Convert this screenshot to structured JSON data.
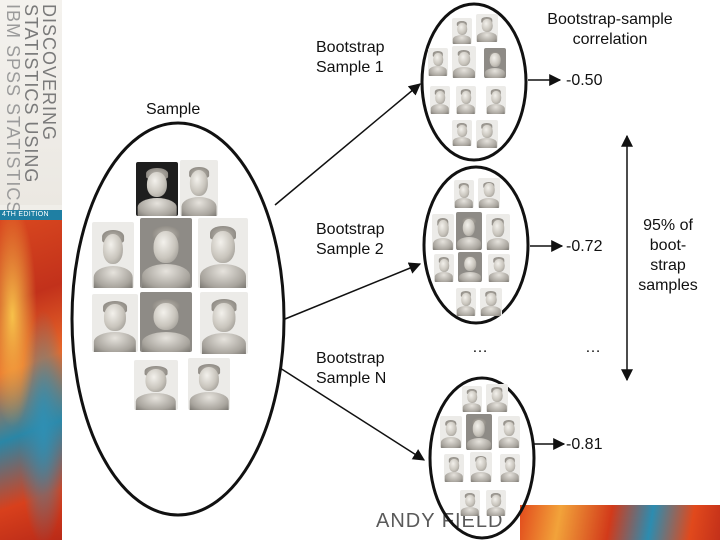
{
  "cover": {
    "title_lines": [
      "DISCOVERING",
      "STATISTICS USING",
      "IBM SPSS STATISTICS"
    ],
    "edition": "4TH EDITION",
    "author": "ANDY FIELD"
  },
  "diagram": {
    "sample_label": "Sample",
    "bootstrap_labels": [
      "Bootstrap Sample 1",
      "Bootstrap Sample 2",
      "Bootstrap Sample N"
    ],
    "correlation_header": "Bootstrap-sample correlation",
    "correlations": [
      "-0.50",
      "-0.72",
      "-0.81"
    ],
    "ellipsis_left": "…",
    "ellipsis_right": "…",
    "interval_label": "95% of boot-strap samples",
    "interval_lines": [
      "95% of",
      "boot-",
      "strap",
      "samples"
    ]
  },
  "images": {
    "icon": "roman-bust-thumbnail",
    "sample_count": 10
  }
}
